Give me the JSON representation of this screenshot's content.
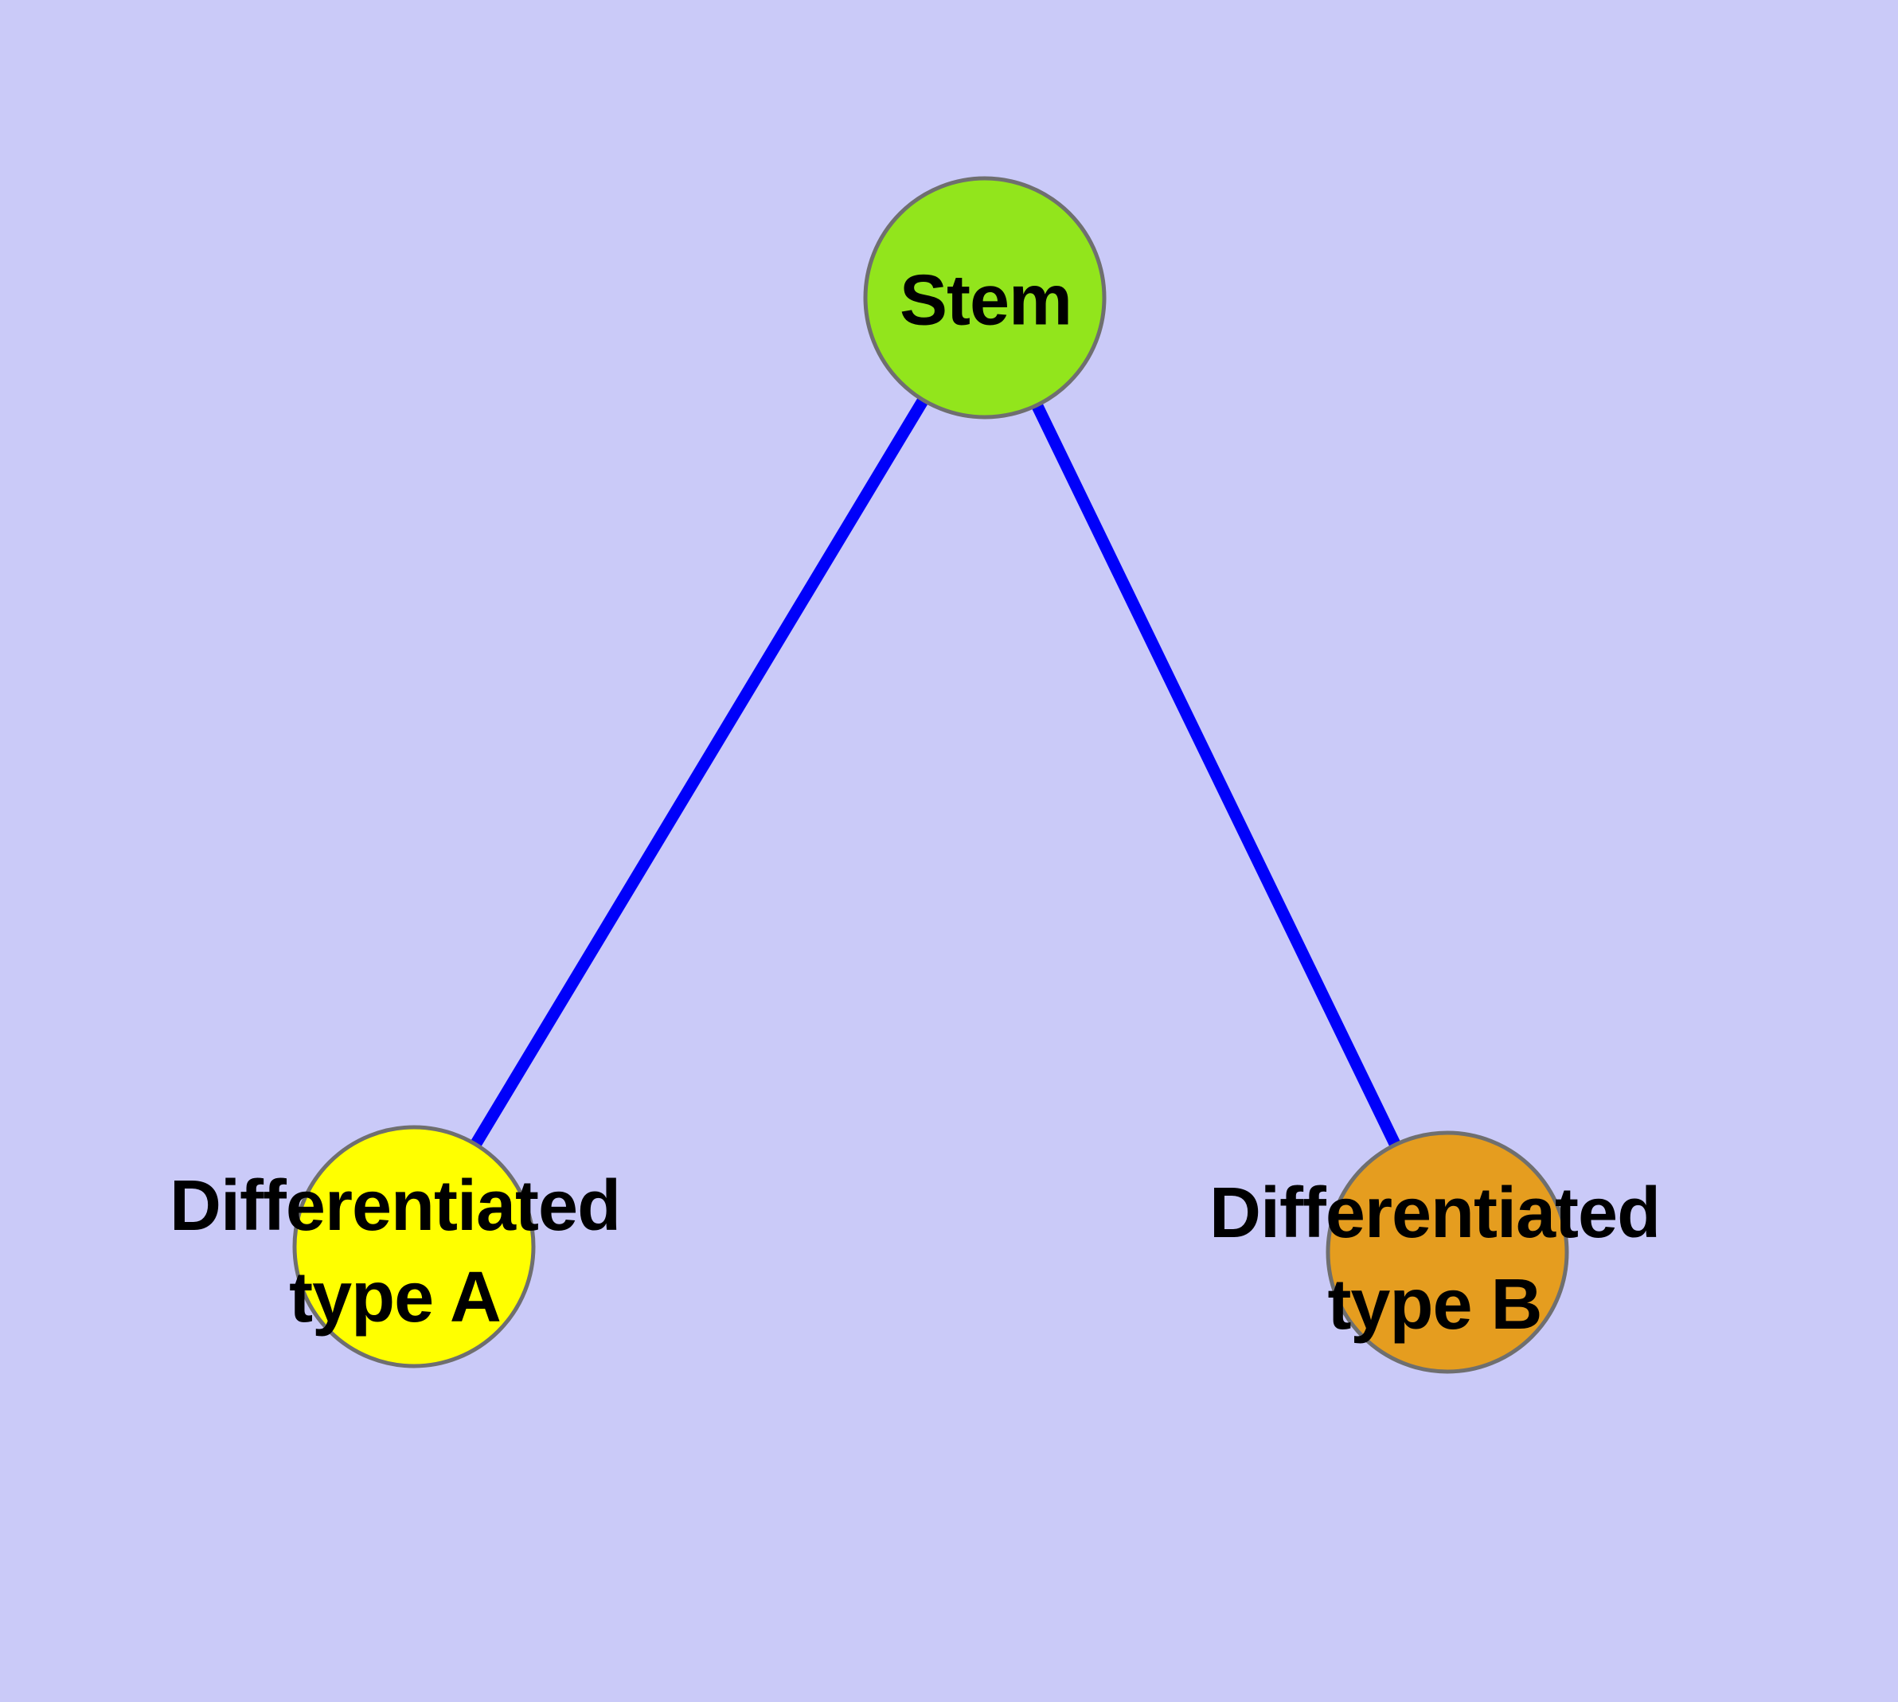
{
  "diagram": {
    "background_color": "#CACAF8",
    "edge_color": "#0000FA",
    "node_border_color": "#6F6F6F",
    "label_color": "#000000",
    "nodes": [
      {
        "id": "stem",
        "label_lines": [
          "Stem"
        ],
        "fill_color": "#92E51C",
        "shape": "circle"
      },
      {
        "id": "differentiated-type-a",
        "label_lines": [
          "Differentiated",
          "type A"
        ],
        "fill_color": "#FFFF00",
        "shape": "circle"
      },
      {
        "id": "differentiated-type-b",
        "label_lines": [
          "Differentiated",
          "type B"
        ],
        "fill_color": "#E59D1F",
        "shape": "circle"
      }
    ],
    "edges": [
      {
        "from": "stem",
        "to": "differentiated-type-a"
      },
      {
        "from": "stem",
        "to": "differentiated-type-b"
      }
    ]
  }
}
